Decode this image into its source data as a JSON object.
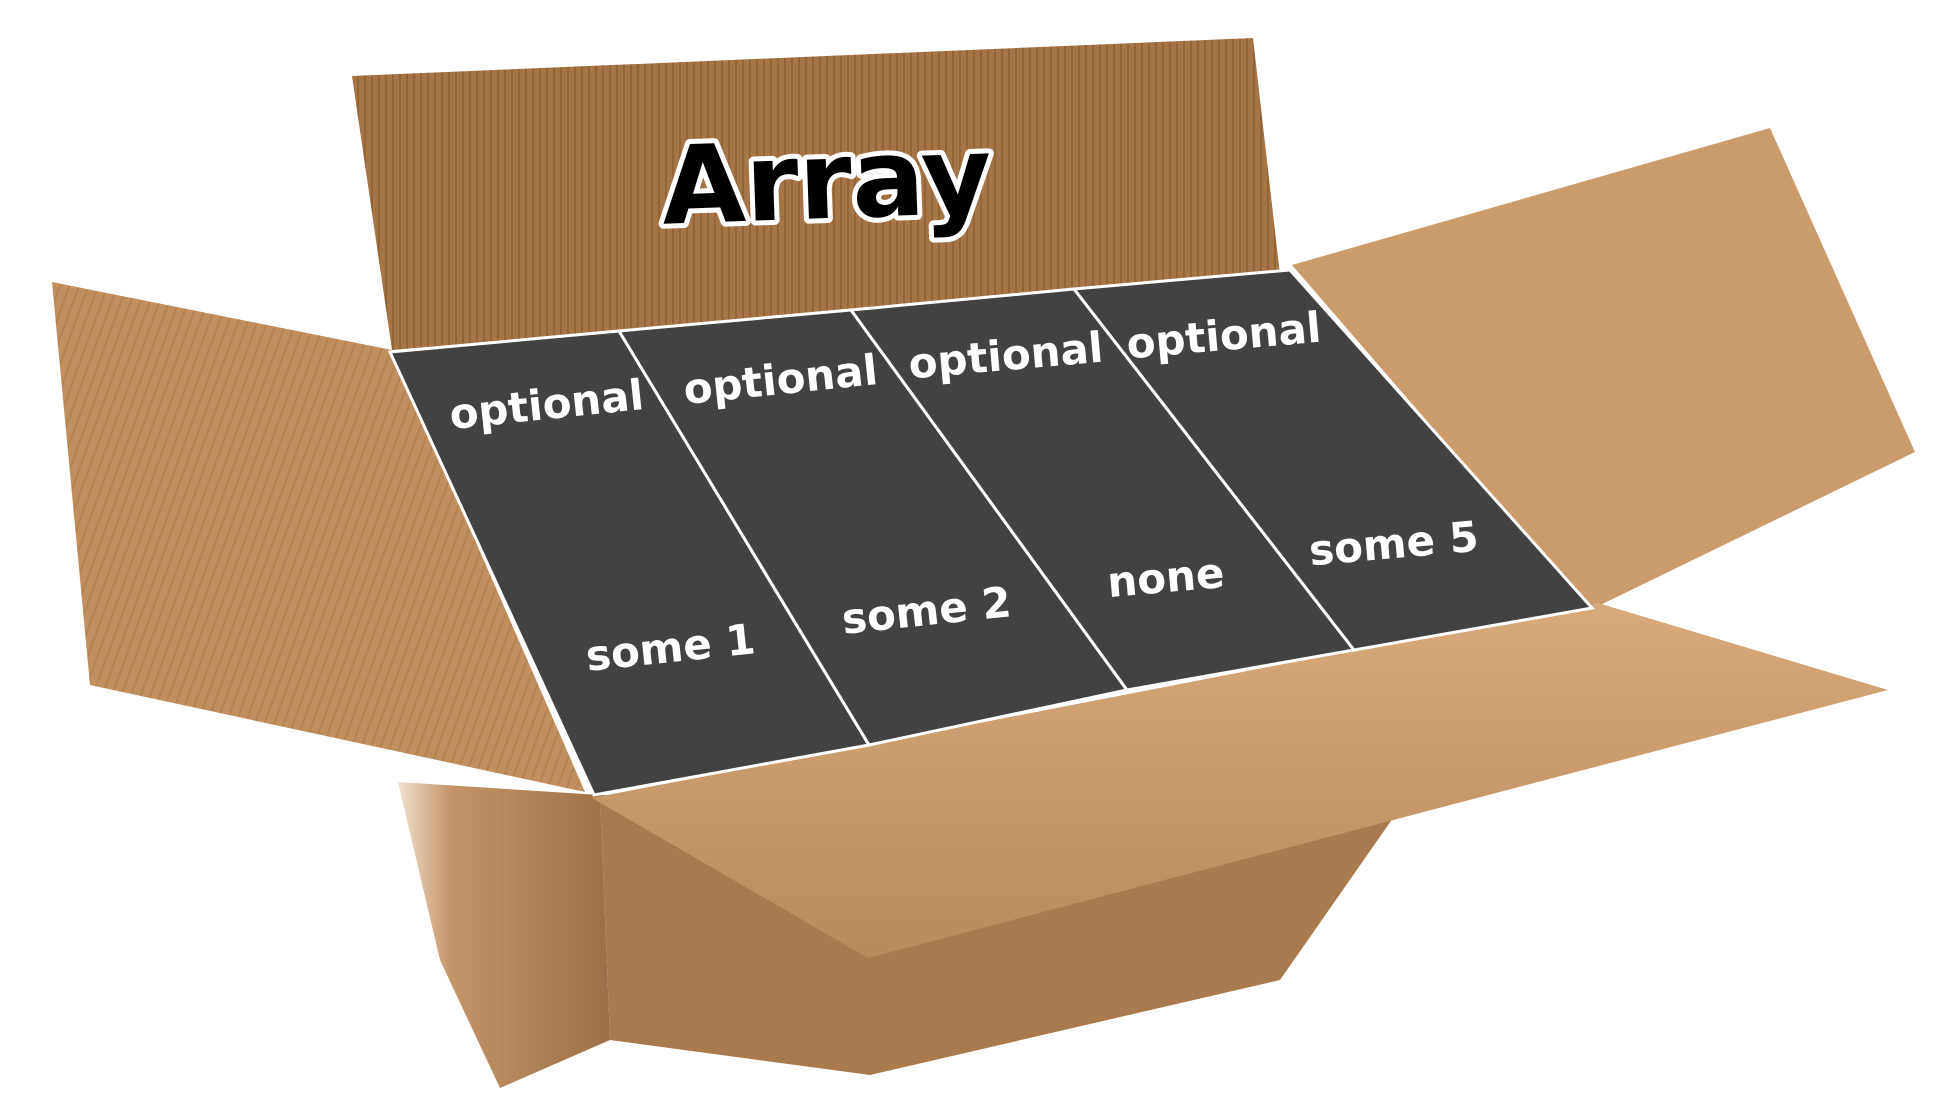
{
  "title": "Array",
  "slots": [
    {
      "type_label": "optional",
      "value_label": "some 1"
    },
    {
      "type_label": "optional",
      "value_label": "some 2"
    },
    {
      "type_label": "optional",
      "value_label": "none"
    },
    {
      "type_label": "optional",
      "value_label": "some 5"
    }
  ],
  "colors": {
    "cardboard_light": "#c9986a",
    "cardboard_mid": "#b7875a",
    "cardboard_dark": "#8f6439",
    "slot_fill": "#424242",
    "slot_border": "#ffffff"
  }
}
